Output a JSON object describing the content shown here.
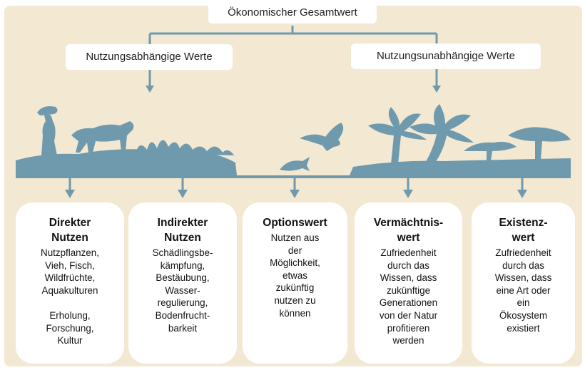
{
  "top": {
    "title": "Ökonomischer Gesamtwert",
    "left": "Nutzungsabhängige Werte",
    "right": "Nutzungsunabhängige Werte"
  },
  "colors": {
    "background": "#f3e8d2",
    "silhouette": "#6f9aae",
    "card": "#ffffff"
  },
  "cards": [
    {
      "title": "Direkter\nNutzen",
      "body": "Nutzpflanzen,\nVieh, Fisch,\nWildfrüchte,\nAquakulturen\n\nErholung,\nForschung,\nKultur"
    },
    {
      "title": "Indirekter\nNutzen",
      "body": "Schädlingsbe-\nkämpfung,\nBestäubung,\nWasser-\nregulierung,\nBodenfrucht-\nbarkeit"
    },
    {
      "title": "Optionswert",
      "body": "Nutzen aus\nder\nMöglichkeit,\netwas\nzukünftig\nnutzen zu\nkönnen"
    },
    {
      "title": "Vermächtnis-\nwert",
      "body": "Zufriedenheit\ndurch das\nWissen, dass\nzukünftige\nGenerationen\nvon der Natur\nprofitieren\nwerden"
    },
    {
      "title": "Existenz-\nwert",
      "body": "Zufriedenheit\ndurch das\nWissen, dass\neine Art oder\nein\nÖkosystem\nexistiert"
    }
  ]
}
